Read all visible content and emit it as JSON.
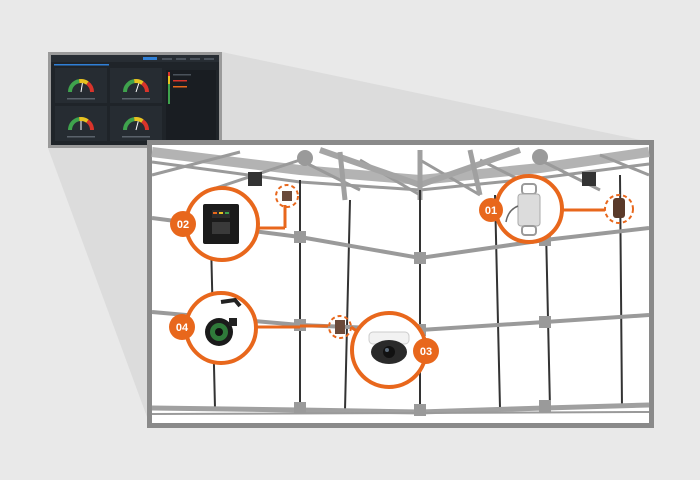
{
  "colors": {
    "background": "#e9e9e9",
    "frame": "#8a8a8a",
    "accent": "#e8671c",
    "truss": "#9a9a9a",
    "dashboard_bg": "#1f2429",
    "gauge_green": "#3fa34d",
    "gauge_yellow": "#e8c320",
    "gauge_red": "#d9342b"
  },
  "dashboard": {
    "title": "",
    "gauges": [
      {
        "value": 0.55
      },
      {
        "value": 0.6
      },
      {
        "value": 0.5
      },
      {
        "value": 0.58
      }
    ]
  },
  "callouts": [
    {
      "number": "01",
      "device": "load-cell-sensor"
    },
    {
      "number": "02",
      "device": "controller-box"
    },
    {
      "number": "03",
      "device": "dome-camera"
    },
    {
      "number": "04",
      "device": "connector-plug"
    }
  ]
}
